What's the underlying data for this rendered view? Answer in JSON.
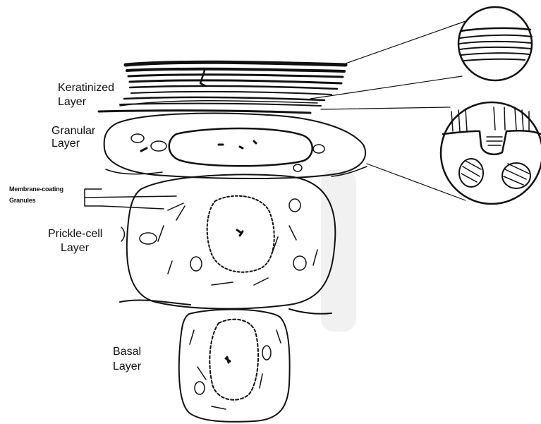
{
  "labels": {
    "keratinized_line1": "Keratinized",
    "keratinized_line2": "Layer",
    "granular_line1": "Granular",
    "granular_line2": "Layer",
    "membrane_line1": "Membrane-coating",
    "membrane_line2": "Granules",
    "prickle_line1": "Prickle-cell",
    "prickle_line2": "Layer",
    "basal_line1": "Basal",
    "basal_line2": "Layer"
  },
  "colors": {
    "ink": "#111111",
    "background": "#ffffff",
    "stipple": "#9a9a9a"
  },
  "icons": {
    "upper_inset": "keratin-lamellae-magnified-icon",
    "lower_inset": "granule-exocytosis-magnified-icon"
  }
}
